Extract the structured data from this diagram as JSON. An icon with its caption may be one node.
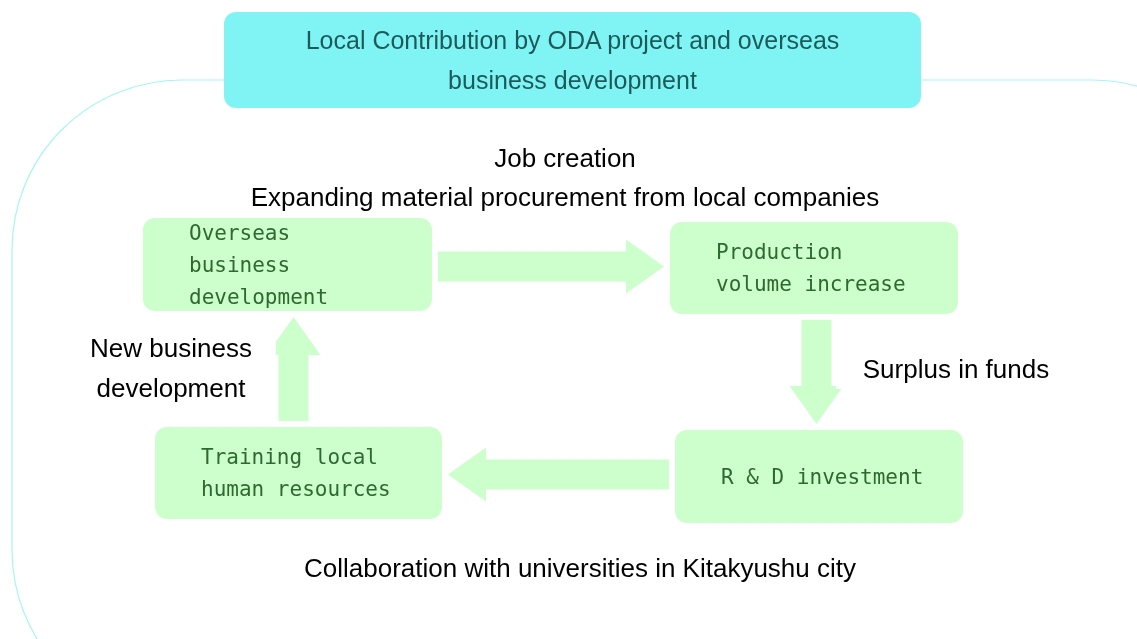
{
  "diagram": {
    "nodes": [
      {
        "text": [
          "Local Contribution by ODA project and overseas business development"
        ]
      },
      {
        "text": [
          "Overseas business development"
        ]
      },
      {
        "text": [
          "Production volume increase"
        ]
      },
      {
        "text": [
          "R & D investment"
        ]
      },
      {
        "text": [
          "Training local human resources"
        ]
      }
    ],
    "edges": [
      {
        "from": 1,
        "to": 2,
        "arrow": "to",
        "style": "thick"
      },
      {
        "from": 2,
        "to": 3,
        "arrow": "to",
        "style": "thick",
        "label": "Surplus in funds"
      },
      {
        "from": 3,
        "to": 4,
        "arrow": "to",
        "style": "thick",
        "label": "Collaboration with universities in Kitakyushu city"
      },
      {
        "from": 4,
        "to": 1,
        "arrow": "to",
        "style": "thick",
        "label": "New business development"
      }
    ],
    "labels": [
      "Job creation",
      "Expanding material procurement from local companies"
    ]
  }
}
